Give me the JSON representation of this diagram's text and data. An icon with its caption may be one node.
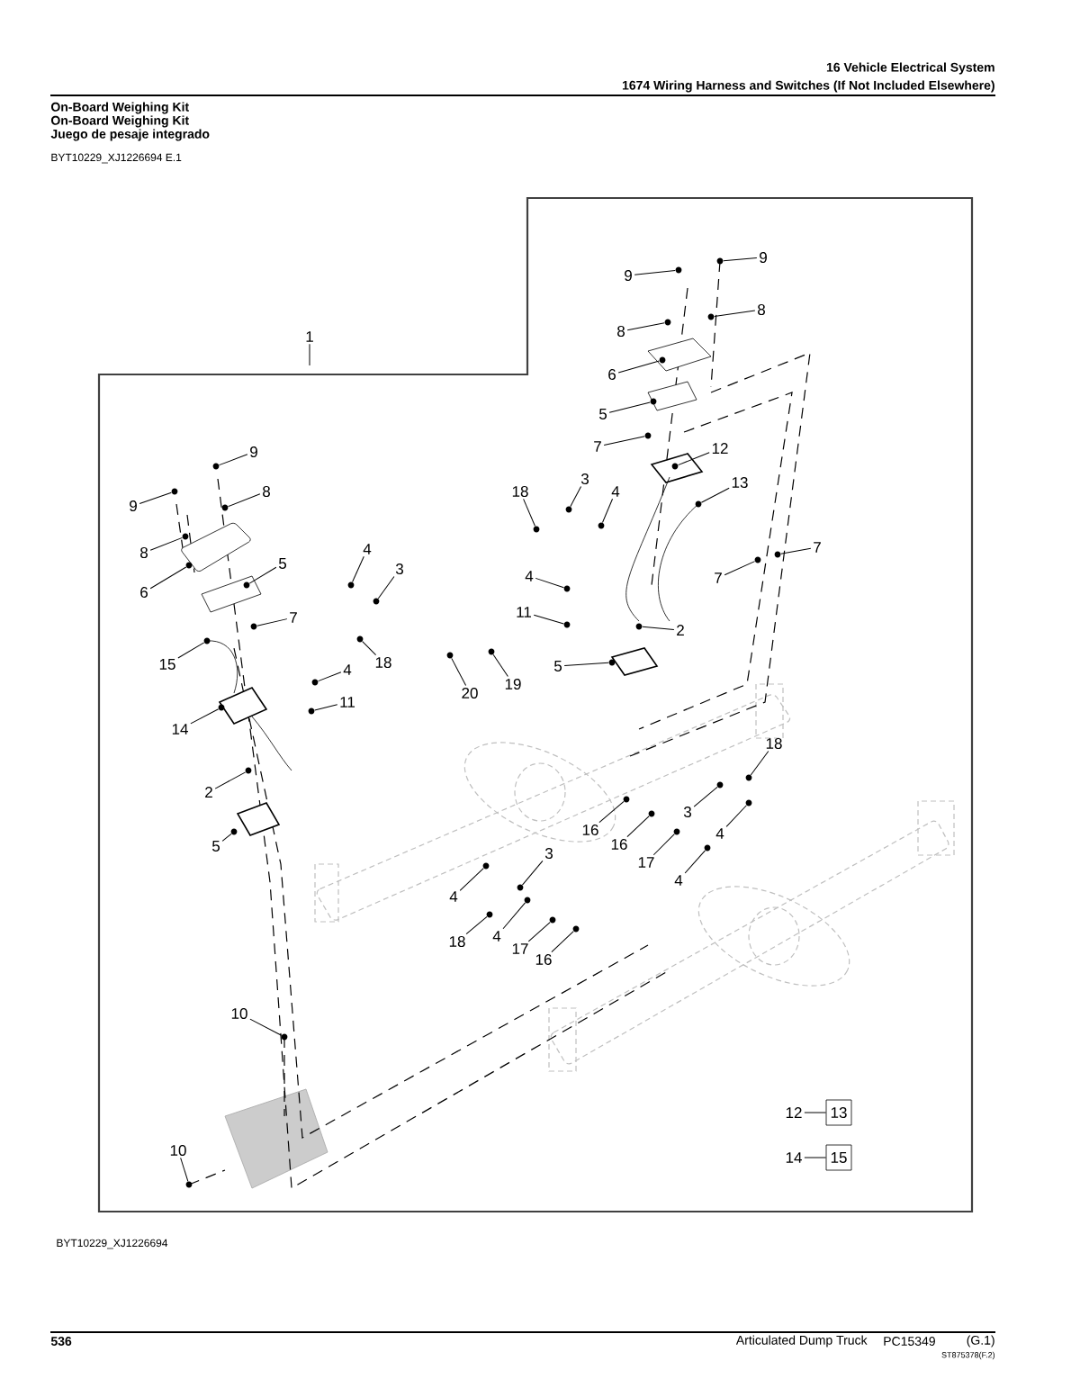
{
  "diagram": {
    "nodes": [
      {
        "text": [
          "1"
        ]
      },
      {
        "text": [
          "9"
        ]
      },
      {
        "text": [
          "9"
        ]
      },
      {
        "text": [
          "8"
        ]
      },
      {
        "text": [
          "8"
        ]
      },
      {
        "text": [
          "6"
        ]
      },
      {
        "text": [
          "5"
        ]
      },
      {
        "text": [
          "7"
        ]
      },
      {
        "text": [
          "4"
        ]
      },
      {
        "text": [
          "3"
        ]
      },
      {
        "text": [
          "18"
        ]
      },
      {
        "text": [
          "15"
        ]
      },
      {
        "text": [
          "4"
        ]
      },
      {
        "text": [
          "11"
        ]
      },
      {
        "text": [
          "14"
        ]
      },
      {
        "text": [
          "2"
        ]
      },
      {
        "text": [
          "5"
        ]
      },
      {
        "text": [
          "20"
        ]
      },
      {
        "text": [
          "19"
        ]
      },
      {
        "text": [
          "9"
        ]
      },
      {
        "text": [
          "9"
        ]
      },
      {
        "text": [
          "8"
        ]
      },
      {
        "text": [
          "8"
        ]
      },
      {
        "text": [
          "6"
        ]
      },
      {
        "text": [
          "5"
        ]
      },
      {
        "text": [
          "7"
        ]
      },
      {
        "text": [
          "12"
        ]
      },
      {
        "text": [
          "13"
        ]
      },
      {
        "text": [
          "18"
        ]
      },
      {
        "text": [
          "3"
        ]
      },
      {
        "text": [
          "4"
        ]
      },
      {
        "text": [
          "4"
        ]
      },
      {
        "text": [
          "11"
        ]
      },
      {
        "text": [
          "2"
        ]
      },
      {
        "text": [
          "5"
        ]
      },
      {
        "text": [
          "7"
        ]
      },
      {
        "text": [
          "7"
        ]
      },
      {
        "text": [
          "18"
        ]
      },
      {
        "text": [
          "3"
        ]
      },
      {
        "text": [
          "16"
        ]
      },
      {
        "text": [
          "16"
        ]
      },
      {
        "text": [
          "17"
        ]
      },
      {
        "text": [
          "4"
        ]
      },
      {
        "text": [
          "4"
        ]
      },
      {
        "text": [
          "3"
        ]
      },
      {
        "text": [
          "4"
        ]
      },
      {
        "text": [
          "18"
        ]
      },
      {
        "text": [
          "4"
        ]
      },
      {
        "text": [
          "17"
        ]
      },
      {
        "text": [
          "16"
        ]
      },
      {
        "text": [
          "10"
        ]
      },
      {
        "text": [
          "10"
        ]
      },
      {
        "text": [
          "12"
        ]
      },
      {
        "text": [
          "13"
        ]
      },
      {
        "text": [
          "14"
        ]
      },
      {
        "text": [
          "15"
        ]
      },
      {
        "text": [],
        "shape": "circle"
      },
      {
        "text": [],
        "shape": "circle"
      },
      {
        "text": [],
        "shape": "circle"
      },
      {
        "text": [],
        "shape": "circle"
      },
      {
        "text": [],
        "shape": "circle"
      },
      {
        "text": [],
        "shape": "circle"
      },
      {
        "text": [],
        "shape": "circle"
      },
      {
        "text": [],
        "shape": "circle"
      },
      {
        "text": [],
        "shape": "circle"
      },
      {
        "text": [],
        "shape": "circle"
      },
      {
        "text": [],
        "shape": "circle"
      },
      {
        "text": [],
        "shape": "circle"
      },
      {
        "text": [],
        "shape": "circle"
      },
      {
        "text": [],
        "shape": "circle"
      },
      {
        "text": [],
        "shape": "circle"
      },
      {
        "text": [],
        "shape": "circle"
      },
      {
        "text": [],
        "shape": "circle"
      },
      {
        "text": [],
        "shape": "circle"
      },
      {
        "text": [],
        "shape": "circle"
      },
      {
        "text": [],
        "shape": "circle"
      },
      {
        "text": [],
        "shape": "circle"
      },
      {
        "text": [],
        "shape": "circle"
      },
      {
        "text": [],
        "shape": "circle"
      },
      {
        "text": [],
        "shape": "circle"
      },
      {
        "text": [],
        "shape": "circle"
      },
      {
        "text": [],
        "shape": "circle"
      },
      {
        "text": [],
        "shape": "circle"
      },
      {
        "text": [],
        "shape": "circle"
      },
      {
        "text": [],
        "shape": "circle"
      },
      {
        "text": [],
        "shape": "circle"
      },
      {
        "text": [],
        "shape": "circle"
      },
      {
        "text": [],
        "shape": "circle"
      },
      {
        "text": [],
        "shape": "circle"
      },
      {
        "text": [],
        "shape": "circle"
      },
      {
        "text": [],
        "shape": "circle"
      },
      {
        "text": [],
        "shape": "circle"
      },
      {
        "text": [],
        "shape": "circle"
      },
      {
        "text": [],
        "shape": "circle"
      },
      {
        "text": [],
        "shape": "circle"
      },
      {
        "text": [],
        "shape": "circle"
      },
      {
        "text": [],
        "shape": "circle"
      },
      {
        "text": [],
        "shape": "circle"
      },
      {
        "text": [],
        "shape": "circle"
      },
      {
        "text": [],
        "shape": "circle"
      },
      {
        "text": [],
        "shape": "circle"
      },
      {
        "text": [],
        "shape": "circle"
      },
      {
        "text": [],
        "shape": "circle"
      },
      {
        "text": [],
        "shape": "circle"
      },
      {
        "text": [],
        "shape": "circle"
      },
      {
        "text": [],
        "shape": "circle"
      },
      {
        "text": [],
        "shape": "circle"
      }
    ],
    "edges": [
      {
        "from": 0,
        "to": null,
        "arrow": "none"
      },
      {
        "from": 1,
        "to": 56,
        "arrow": "none"
      },
      {
        "from": 2,
        "to": 57,
        "arrow": "none"
      },
      {
        "from": 3,
        "to": 58,
        "arrow": "none"
      },
      {
        "from": 4,
        "to": 59,
        "arrow": "none"
      },
      {
        "from": 5,
        "to": 60,
        "arrow": "none"
      },
      {
        "from": 6,
        "to": 61,
        "arrow": "none"
      },
      {
        "from": 7,
        "to": 62,
        "arrow": "none"
      },
      {
        "from": 8,
        "to": 63,
        "arrow": "none"
      },
      {
        "from": 9,
        "to": 64,
        "arrow": "none"
      },
      {
        "from": 10,
        "to": 65,
        "arrow": "none"
      },
      {
        "from": 11,
        "to": 66,
        "arrow": "none"
      },
      {
        "from": 12,
        "to": 67,
        "arrow": "none"
      },
      {
        "from": 13,
        "to": 68,
        "arrow": "none"
      },
      {
        "from": 14,
        "to": 69,
        "arrow": "none"
      },
      {
        "from": 15,
        "to": 70,
        "arrow": "none"
      },
      {
        "from": 16,
        "to": 71,
        "arrow": "none"
      },
      {
        "from": 17,
        "to": 72,
        "arrow": "none"
      },
      {
        "from": 18,
        "to": 73,
        "arrow": "none"
      },
      {
        "from": 19,
        "to": 74,
        "arrow": "none"
      },
      {
        "from": 20,
        "to": 75,
        "arrow": "none"
      },
      {
        "from": 21,
        "to": 76,
        "arrow": "none"
      },
      {
        "from": 22,
        "to": 77,
        "arrow": "none"
      },
      {
        "from": 23,
        "to": 78,
        "arrow": "none"
      },
      {
        "from": 24,
        "to": 79,
        "arrow": "none"
      },
      {
        "from": 25,
        "to": 80,
        "arrow": "none"
      },
      {
        "from": 26,
        "to": 81,
        "arrow": "none"
      },
      {
        "from": 27,
        "to": 82,
        "arrow": "none"
      },
      {
        "from": 28,
        "to": 83,
        "arrow": "none"
      },
      {
        "from": 29,
        "to": 84,
        "arrow": "none"
      },
      {
        "from": 30,
        "to": 85,
        "arrow": "none"
      },
      {
        "from": 31,
        "to": 86,
        "arrow": "none"
      },
      {
        "from": 32,
        "to": 87,
        "arrow": "none"
      },
      {
        "from": 33,
        "to": 88,
        "arrow": "none"
      },
      {
        "from": 34,
        "to": 89,
        "arrow": "none"
      },
      {
        "from": 35,
        "to": 90,
        "arrow": "none"
      },
      {
        "from": 36,
        "to": 91,
        "arrow": "none"
      },
      {
        "from": 37,
        "to": 92,
        "arrow": "none"
      },
      {
        "from": 38,
        "to": 93,
        "arrow": "none"
      },
      {
        "from": 39,
        "to": 94,
        "arrow": "none"
      },
      {
        "from": 40,
        "to": 95,
        "arrow": "none"
      },
      {
        "from": 41,
        "to": 96,
        "arrow": "none"
      },
      {
        "from": 42,
        "to": 97,
        "arrow": "none"
      },
      {
        "from": 43,
        "to": 98,
        "arrow": "none"
      },
      {
        "from": 44,
        "to": 99,
        "arrow": "none"
      },
      {
        "from": 45,
        "to": 100,
        "arrow": "none"
      },
      {
        "from": 46,
        "to": 101,
        "arrow": "none"
      },
      {
        "from": 47,
        "to": 102,
        "arrow": "none"
      },
      {
        "from": 48,
        "to": 103,
        "arrow": "none"
      },
      {
        "from": 49,
        "to": 104,
        "arrow": "none"
      },
      {
        "from": 50,
        "to": 105,
        "arrow": "none"
      },
      {
        "from": 51,
        "to": 106,
        "arrow": "none"
      },
      {
        "from": 52,
        "to": 53,
        "arrow": "none"
      },
      {
        "from": 54,
        "to": 55,
        "arrow": "none"
      }
    ],
    "labels": [
      "16 Vehicle Electrical System",
      "1674 Wiring Harness and Switches (If Not Included Elsewhere)",
      "On-Board Weighing Kit",
      "On-Board Weighing Kit",
      "Juego de pesaje integrado",
      "BYT10229_XJ1226694 E.1",
      "BYT10229_XJ1226694",
      "536",
      "Articulated Dump Truck",
      "PC15349",
      "(G.1)",
      "ST875378(F.2)"
    ]
  }
}
